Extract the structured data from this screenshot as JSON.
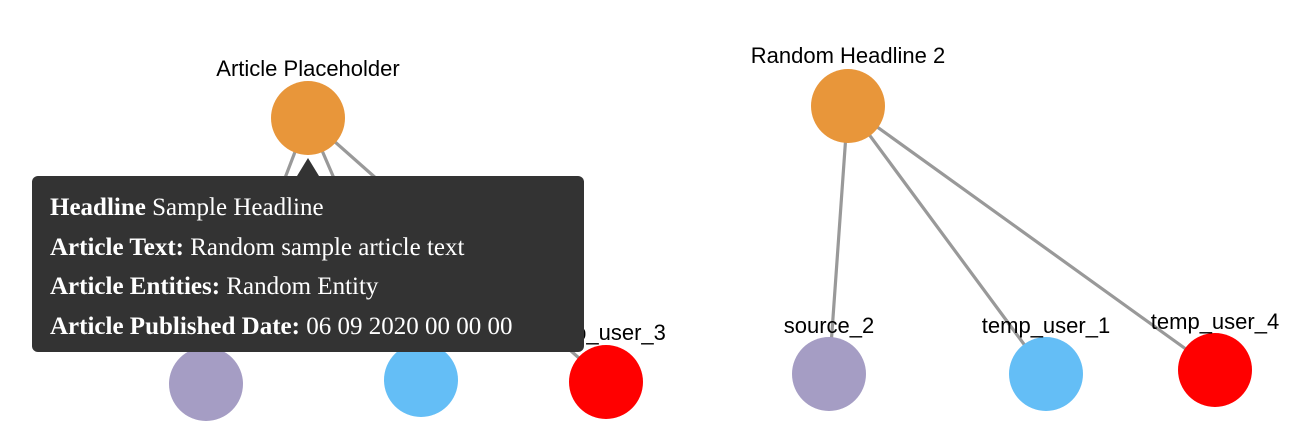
{
  "graphs": [
    {
      "article": {
        "label": "Article Placeholder",
        "color": "#E8963A"
      },
      "children": [
        {
          "label": "",
          "color": "#A59DC4"
        },
        {
          "label": "",
          "color": "#64BEF6"
        },
        {
          "label": "p_user_3",
          "color": "#FF0000"
        }
      ]
    },
    {
      "article": {
        "label": "Random Headline 2",
        "color": "#E8963A"
      },
      "children": [
        {
          "label": "source_2",
          "color": "#A59DC4"
        },
        {
          "label": "temp_user_1",
          "color": "#64BEF6"
        },
        {
          "label": "temp_user_4",
          "color": "#FF0000"
        }
      ]
    }
  ],
  "edge_color": "#999999",
  "tooltip": {
    "rows": [
      {
        "key": "Headline",
        "value": "Sample Headline"
      },
      {
        "key": "Article Text:",
        "value": "Random sample article text"
      },
      {
        "key": "Article Entities:",
        "value": "Random Entity"
      },
      {
        "key": "Article Published Date:",
        "value": "06 09 2020 00 00 00"
      }
    ]
  }
}
